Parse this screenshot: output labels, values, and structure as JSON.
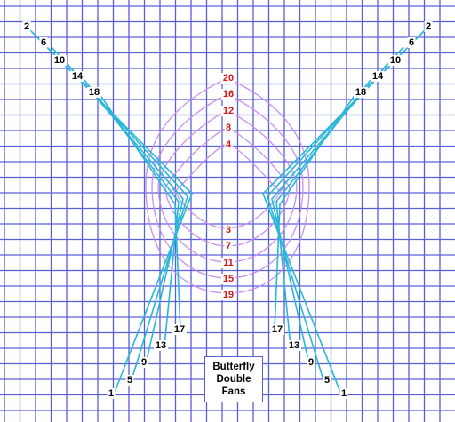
{
  "title": [
    "Butterfly",
    "Double",
    "Fans"
  ],
  "colors": {
    "grid": "#5a5fd6",
    "fan_threads": "#29b6d9",
    "curve_threads": "#c98ef0",
    "outer_labels": "#000000",
    "center_labels": "#d11a1a"
  },
  "left_top_labels": [
    "2",
    "6",
    "10",
    "14",
    "18"
  ],
  "right_top_labels": [
    "2",
    "6",
    "10",
    "14",
    "18"
  ],
  "left_bottom_labels": [
    "1",
    "5",
    "9",
    "13",
    "17"
  ],
  "right_bottom_labels": [
    "1",
    "5",
    "9",
    "13",
    "17"
  ],
  "center_top_labels": [
    "20",
    "16",
    "12",
    "8",
    "4"
  ],
  "center_bottom_labels": [
    "3",
    "7",
    "11",
    "15",
    "19"
  ]
}
